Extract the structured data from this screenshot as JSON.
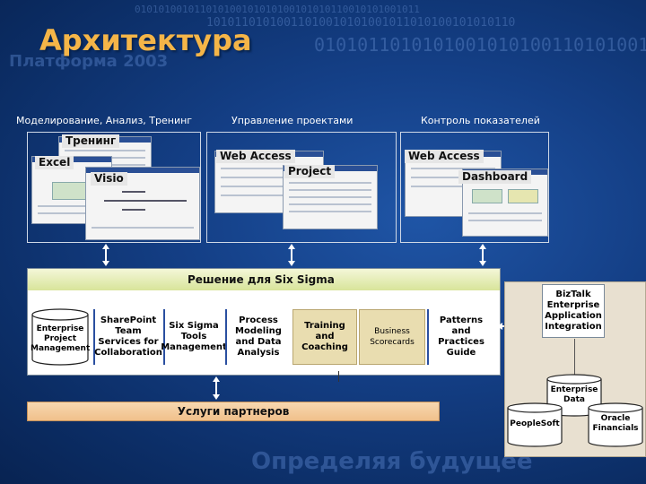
{
  "title": "Архитектура",
  "background": {
    "binary_rows": [
      "010101001011010100101010100101010110010101001011",
      "10101101010011010010101001011010100101010110",
      "0101011010101001010100110101001"
    ],
    "watermark_top": "Платформа 2003",
    "watermark_bottom": "Определяя будущее"
  },
  "sections": {
    "modeling": "Моделирование, Анализ, Тренинг",
    "project": "Управление проектами",
    "metrics": "Контроль показателей"
  },
  "screens": {
    "training": "Тренинг",
    "excel": "Excel",
    "visio": "Visio",
    "web_access_1": "Web Access",
    "project": "Project",
    "web_access_2": "Web Access",
    "dashboard": "Dashboard"
  },
  "solution": {
    "title": "Решение для Six Sigma",
    "modules": [
      "Enterprise Project Management",
      "SharePoint Team Services for Collaboration",
      "Six Sigma Tools Management",
      "Process Modeling and Data Analysis",
      "Training and Coaching",
      "Business Scorecards",
      "Patterns and Practices Guide"
    ]
  },
  "partners": "Услуги партнеров",
  "integration": {
    "biztalk": "BizTalk Enterprise Application Integration",
    "enterprise_data": "Enterprise Data",
    "peoplesoft": "PeopleSoft",
    "oracle": "Oracle Financials"
  },
  "colors": {
    "title": "#f4b548",
    "background": "#143f86",
    "solution_header": "#d8e49a",
    "highlight_module": "#e9ddb0",
    "partners": "#f0c08b",
    "integration_bg": "#e8e0d0"
  }
}
